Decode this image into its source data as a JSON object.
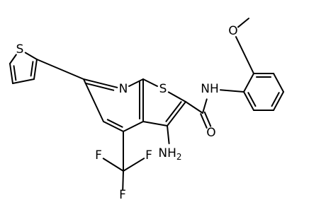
{
  "molecule": {
    "atom_labels": {
      "s_thiophene": "S",
      "n_pyridine": "N",
      "s_thienopyridine": "S",
      "nh_amide": "NH",
      "o_methoxy": "O",
      "o_carbonyl": "O",
      "nh2_main": "NH",
      "nh2_sub": "2",
      "f_left": "F",
      "f_right": "F",
      "f_bottom": "F"
    }
  }
}
